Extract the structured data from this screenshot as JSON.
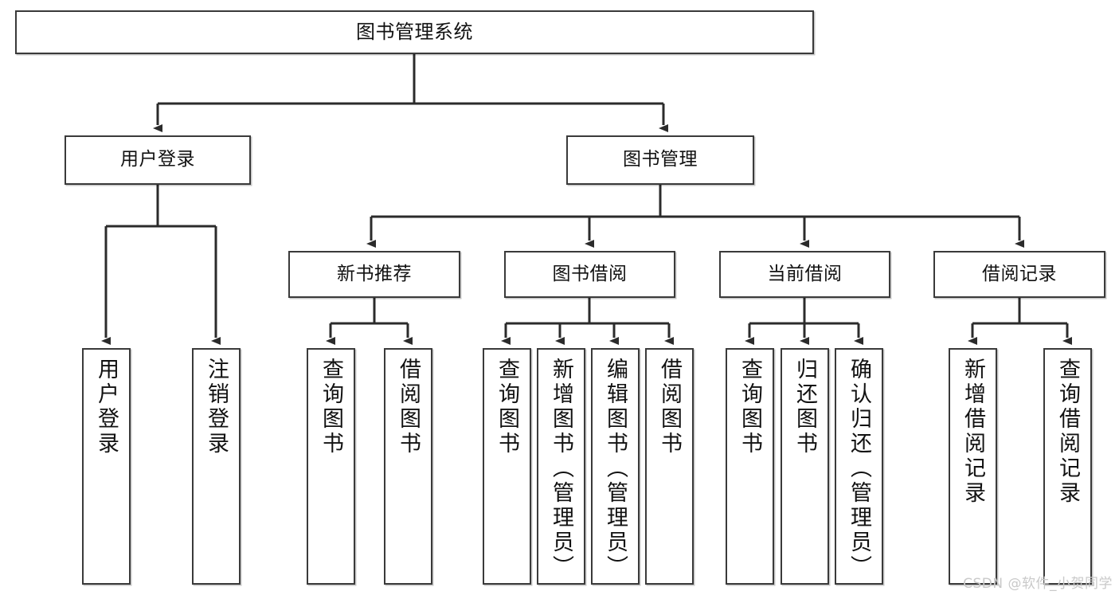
{
  "diagram": {
    "title": "图书管理系统",
    "type": "tree-hierarchy-diagram",
    "watermark": "CSDN @软件_小贺同学",
    "colors": {
      "box_border": "#3a3a3a",
      "box_fill": "#ffffff",
      "connector": "#2b2b2b",
      "text": "#111111",
      "watermark": "#c9c9c9"
    },
    "root": {
      "label": "图书管理系统"
    },
    "level2": [
      {
        "id": "user-login",
        "label": "用户登录"
      },
      {
        "id": "book-management",
        "label": "图书管理"
      }
    ],
    "level3": [
      {
        "id": "new-book-recommend",
        "label": "新书推荐",
        "parent": "book-management"
      },
      {
        "id": "book-borrow",
        "label": "图书借阅",
        "parent": "book-management"
      },
      {
        "id": "current-borrow",
        "label": "当前借阅",
        "parent": "book-management"
      },
      {
        "id": "borrow-record",
        "label": "借阅记录",
        "parent": "book-management"
      }
    ],
    "leaves": [
      {
        "id": "leaf-user-login",
        "label": "用户登录",
        "parent": "user-login"
      },
      {
        "id": "leaf-logout-login",
        "label": "注销登录",
        "parent": "user-login"
      },
      {
        "id": "leaf-query-book-1",
        "label": "查询图书",
        "parent": "new-book-recommend"
      },
      {
        "id": "leaf-borrow-book-1",
        "label": "借阅图书",
        "parent": "new-book-recommend"
      },
      {
        "id": "leaf-query-book-2",
        "label": "查询图书",
        "parent": "book-borrow"
      },
      {
        "id": "leaf-add-book",
        "label": "新增图书（管理员）",
        "parent": "book-borrow"
      },
      {
        "id": "leaf-edit-book",
        "label": "编辑图书（管理员）",
        "parent": "book-borrow"
      },
      {
        "id": "leaf-borrow-book-2",
        "label": "借阅图书",
        "parent": "book-borrow"
      },
      {
        "id": "leaf-query-book-3",
        "label": "查询图书",
        "parent": "current-borrow"
      },
      {
        "id": "leaf-return-book",
        "label": "归还图书",
        "parent": "current-borrow"
      },
      {
        "id": "leaf-confirm-return",
        "label": "确认归还（管理员）",
        "parent": "current-borrow"
      },
      {
        "id": "leaf-add-record",
        "label": "新增借阅记录",
        "parent": "borrow-record"
      },
      {
        "id": "leaf-query-record",
        "label": "查询借阅记录",
        "parent": "borrow-record"
      }
    ]
  }
}
